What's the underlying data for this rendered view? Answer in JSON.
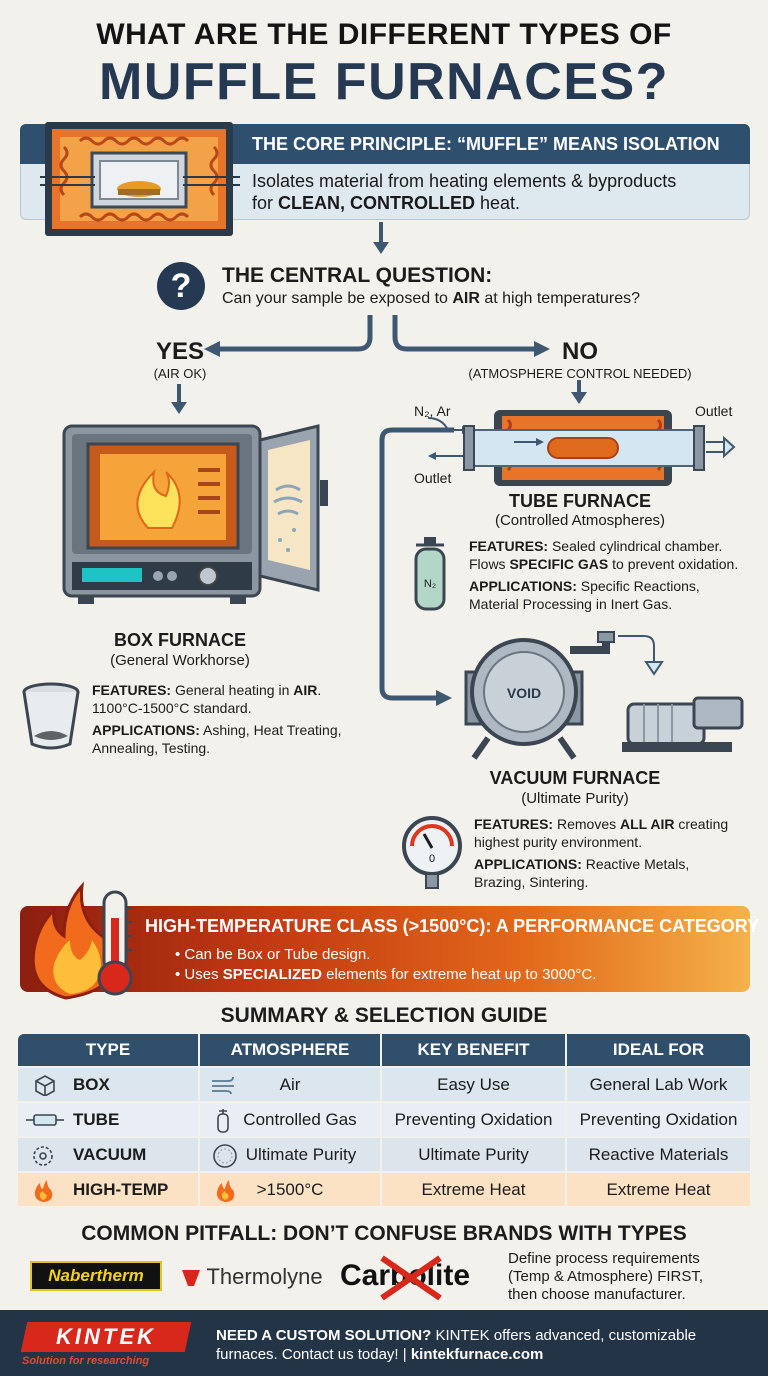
{
  "title": {
    "line1": "WHAT ARE THE DIFFERENT TYPES OF",
    "line2": "MUFFLE FURNACES?"
  },
  "core": {
    "heading": "THE CORE PRINCIPLE: “MUFFLE” MEANS ISOLATION",
    "line1": "Isolates material from heating elements & byproducts",
    "line2_pre": "for ",
    "line2_bold": "CLEAN, CONTROLLED",
    "line2_post": " heat."
  },
  "question": {
    "symbol": "?",
    "title": "THE CENTRAL QUESTION:",
    "text_pre": "Can your sample be exposed to ",
    "text_bold": "AIR",
    "text_post": " at high temperatures?"
  },
  "yes": {
    "label": "YES",
    "sub": "(AIR OK)"
  },
  "no": {
    "label": "NO",
    "sub": "(ATMOSPHERE CONTROL NEEDED)"
  },
  "box": {
    "name": "BOX FURNACE",
    "sub": "(General Workhorse)",
    "features_label": "FEATURES:",
    "features_pre": " General heating in ",
    "features_bold": "AIR",
    "features_post": ".",
    "features_line2": "1100°C-1500°C standard.",
    "applications_label": "APPLICATIONS:",
    "applications": " Ashing, Heat Treating,",
    "applications_line2": "Annealing, Testing."
  },
  "tube": {
    "gas_in_label": "N₂, Ar",
    "outlet_right": "Outlet",
    "outlet_left": "Outlet",
    "name": "TUBE FURNACE",
    "sub": "(Controlled Atmospheres)",
    "cylinder_label": "N₂",
    "features_label": "FEATURES:",
    "features": " Sealed cylindrical chamber.",
    "features_line2_pre": "Flows ",
    "features_line2_bold": "SPECIFIC GAS",
    "features_line2_post": " to prevent oxidation.",
    "applications_label": "APPLICATIONS:",
    "applications": " Specific Reactions,",
    "applications_line2": "Material Processing in Inert Gas."
  },
  "vacuum": {
    "void_label": "VOID",
    "gauge_label": "0",
    "name": "VACUUM FURNACE",
    "sub": "(Ultimate Purity)",
    "features_label": "FEATURES:",
    "features_pre": " Removes ",
    "features_bold": "ALL AIR",
    "features_post": " creating",
    "features_line2": "highest purity environment.",
    "applications_label": "APPLICATIONS:",
    "applications": " Reactive Metals,",
    "applications_line2": "Brazing, Sintering."
  },
  "high_temp": {
    "title": "HIGH-TEMPERATURE CLASS (>1500°C): A PERFORMANCE CATEGORY",
    "bullet1": "• Can be Box or Tube design.",
    "bullet2_pre": "• Uses ",
    "bullet2_bold": "SPECIALIZED",
    "bullet2_post": " elements for extreme heat up to 3000°C."
  },
  "summary": {
    "title": "SUMMARY & SELECTION GUIDE",
    "headers": [
      "TYPE",
      "ATMOSPHERE",
      "KEY BENEFIT",
      "IDEAL FOR"
    ],
    "rows": [
      {
        "type": "BOX",
        "atmosphere": "Air",
        "benefit": "Easy Use",
        "ideal": "General Lab Work"
      },
      {
        "type": "TUBE",
        "atmosphere": "Controlled Gas",
        "benefit": "Preventing Oxidation",
        "ideal": "Preventing Oxidation"
      },
      {
        "type": "VACUUM",
        "atmosphere": "Ultimate Purity",
        "benefit": "Ultimate Purity",
        "ideal": "Reactive Materials"
      },
      {
        "type": "HIGH-TEMP",
        "atmosphere": ">1500°C",
        "benefit": "Extreme Heat",
        "ideal": "Extreme Heat"
      }
    ]
  },
  "pitfall": {
    "title": "COMMON PITFALL: DON’T CONFUSE BRANDS WITH TYPES",
    "brands": [
      "Nabertherm",
      "Thermolyne",
      "Carbolite"
    ],
    "text_line1": "Define process requirements",
    "text_line2": "(Temp & Atmosphere) FIRST,",
    "text_line3": "then choose manufacturer."
  },
  "footer": {
    "logo": "KINTEK",
    "tagline": "Solution for researching",
    "cta_bold": "NEED A CUSTOM SOLUTION?",
    "cta_text": " KINTEK offers advanced, customizable",
    "cta_line2": "furnaces. Contact us today!  |  ",
    "cta_url": "kintekfurnace.com"
  },
  "colors": {
    "navy": "#253a52",
    "header_blue": "#2e4f6e",
    "flame": "#e36a1a",
    "background": "#f3f1ec"
  }
}
